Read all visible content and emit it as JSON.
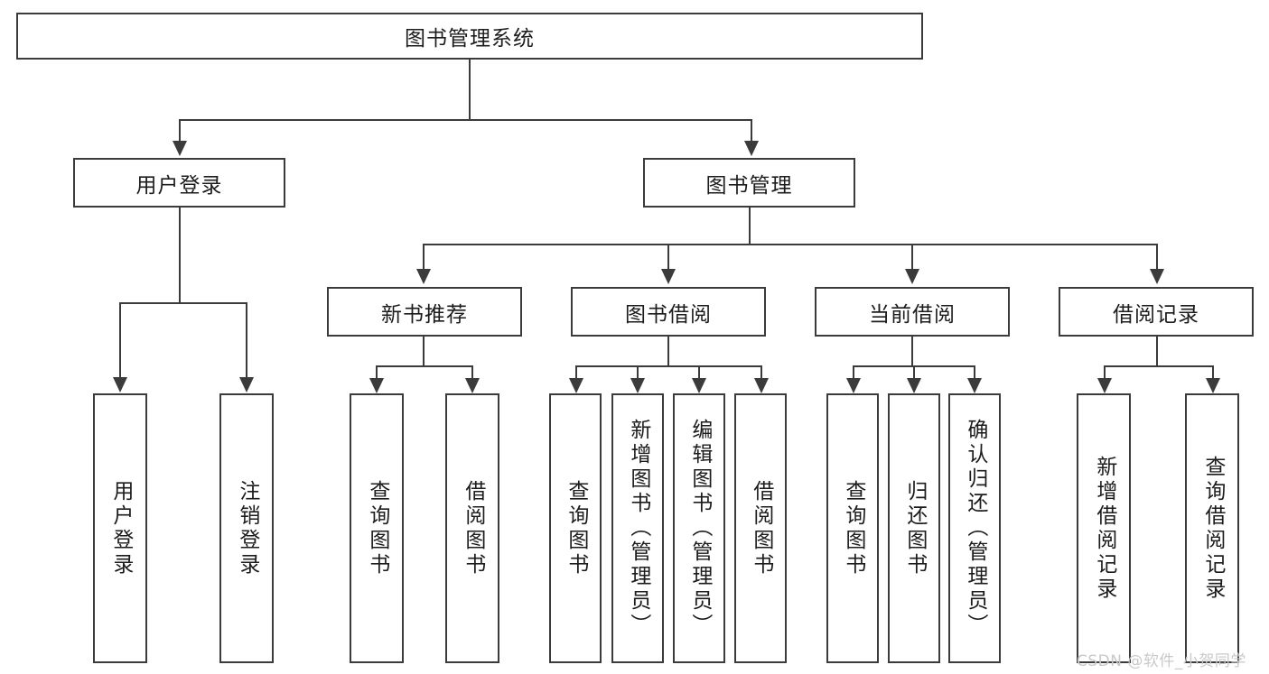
{
  "diagram": {
    "type": "tree-hierarchy-diagram",
    "title": "图书管理系统",
    "root": {
      "id": "root",
      "label": "图书管理系统",
      "level": 0
    },
    "level1": [
      {
        "id": "user-login",
        "label": "用户登录"
      },
      {
        "id": "book-management",
        "label": "图书管理"
      }
    ],
    "level2": [
      {
        "id": "new-book-recommend",
        "label": "新书推荐",
        "parent": "book-management"
      },
      {
        "id": "book-borrow",
        "label": "图书借阅",
        "parent": "book-management"
      },
      {
        "id": "current-borrow",
        "label": "当前借阅",
        "parent": "book-management"
      },
      {
        "id": "borrow-record",
        "label": "借阅记录",
        "parent": "book-management"
      }
    ],
    "leaves": {
      "user_login": [
        {
          "id": "leaf-user-login",
          "label": "用户登录"
        },
        {
          "id": "leaf-user-logout",
          "label": "注销登录"
        }
      ],
      "new_book_recommend": [
        {
          "id": "leaf-query-book-1",
          "label": "查询图书"
        },
        {
          "id": "leaf-borrow-book-1",
          "label": "借阅图书"
        }
      ],
      "book_borrow": [
        {
          "id": "leaf-query-book-2",
          "label": "查询图书"
        },
        {
          "id": "leaf-add-book",
          "label": "新增图书（管理员）"
        },
        {
          "id": "leaf-edit-book",
          "label": "编辑图书（管理员）"
        },
        {
          "id": "leaf-borrow-book-2",
          "label": "借阅图书"
        }
      ],
      "current_borrow": [
        {
          "id": "leaf-query-book-3",
          "label": "查询图书"
        },
        {
          "id": "leaf-return-book",
          "label": "归还图书"
        },
        {
          "id": "leaf-confirm-return",
          "label": "确认归还（管理员）"
        }
      ],
      "borrow_record": [
        {
          "id": "leaf-add-borrow-record",
          "label": "新增借阅记录"
        },
        {
          "id": "leaf-query-borrow-record",
          "label": "查询借阅记录"
        }
      ]
    }
  },
  "watermark": {
    "text": "CSDN @软件_小贺同学"
  },
  "colors": {
    "stroke": "#3b3b3b",
    "fill": "#ffffff",
    "text": "#1c1c1c",
    "watermark": "#c9c9c9"
  }
}
